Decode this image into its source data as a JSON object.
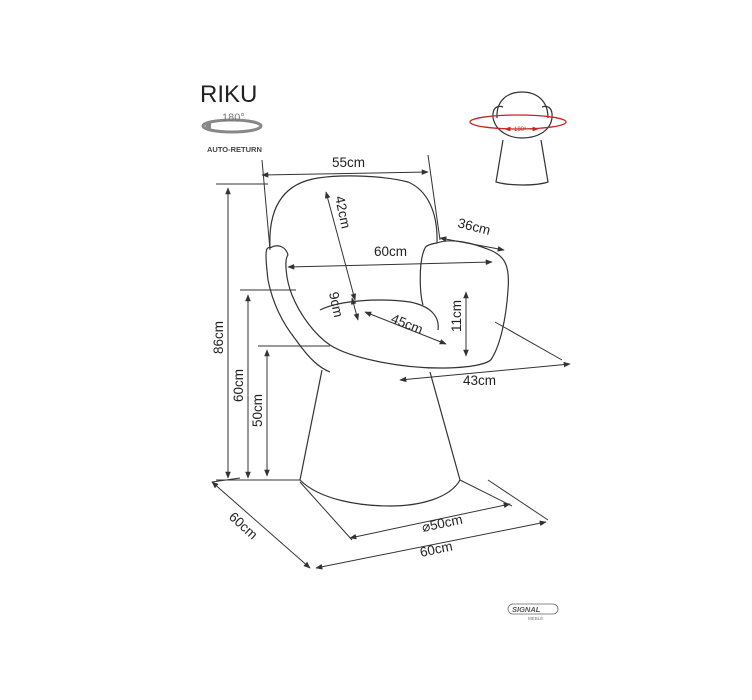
{
  "product": {
    "name": "RIKU",
    "rotation_degrees": "180°",
    "rotation_label": "AUTO-RETURN",
    "thumb_rotation_degrees": "180°"
  },
  "dimensions": {
    "back_width": "55cm",
    "seat_back_height": "42cm",
    "arm_depth": "36cm",
    "overall_arm_width": "60cm",
    "cushion_thickness": "9cm",
    "seat_depth": "45cm",
    "arm_height_above_seat": "11cm",
    "seat_width": "43cm",
    "total_height": "86cm",
    "arm_height": "60cm",
    "seat_height": "50cm",
    "depth": "60cm",
    "base_diameter": "⌀50cm",
    "width": "60cm"
  },
  "brand": {
    "name": "SIGNAL",
    "subtitle": "MEBLE"
  },
  "colors": {
    "line": "#333333",
    "accent": "#cc2222",
    "text": "#222222"
  }
}
